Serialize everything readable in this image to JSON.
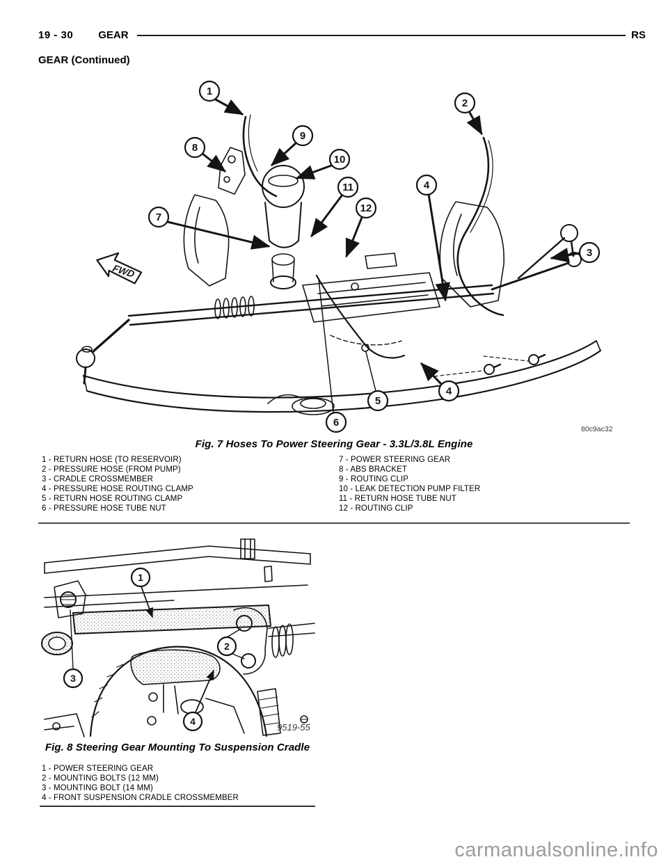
{
  "colors": {
    "ink": "#141414",
    "watermark_gray": "#9c9c9c",
    "background": "#ffffff"
  },
  "header": {
    "page_number": "19 - 30",
    "section_title": "GEAR",
    "model_code": "RS",
    "continued": "GEAR (Continued)"
  },
  "figures": [
    {
      "caption": "Fig. 7 Hoses To Power Steering Gear - 3.3L/3.8L Engine",
      "image_code": "80c9ac32",
      "fwd_label": "FWD",
      "callouts": [
        "1",
        "2",
        "9",
        "8",
        "10",
        "11",
        "4",
        "12",
        "7",
        "3",
        "4",
        "5",
        "6"
      ],
      "legend_left": [
        "1 - RETURN HOSE (TO RESERVOIR)",
        "2 - PRESSURE HOSE (FROM PUMP)",
        "3 - CRADLE CROSSMEMBER",
        "4 - PRESSURE HOSE ROUTING CLAMP",
        "5 - RETURN HOSE ROUTING CLAMP",
        "6 - PRESSURE HOSE TUBE NUT"
      ],
      "legend_right": [
        "7 - POWER STEERING GEAR",
        "8 - ABS BRACKET",
        "9 - ROUTING CLIP",
        "10 - LEAK DETECTION PUMP FILTER",
        "11 - RETURN HOSE TUBE NUT",
        "12 - ROUTING CLIP"
      ]
    },
    {
      "caption": "Fig. 8 Steering Gear Mounting To Suspension Cradle",
      "image_code": "9519-55",
      "callouts": [
        "1",
        "2",
        "3",
        "4"
      ],
      "legend": [
        "1 - POWER STEERING GEAR",
        "2 - MOUNTING BOLTS (12 MM)",
        "3 - MOUNTING BOLT (14 MM)",
        "4 - FRONT SUSPENSION CRADLE CROSSMEMBER"
      ]
    }
  ],
  "watermark": "carmanualsonline.info"
}
